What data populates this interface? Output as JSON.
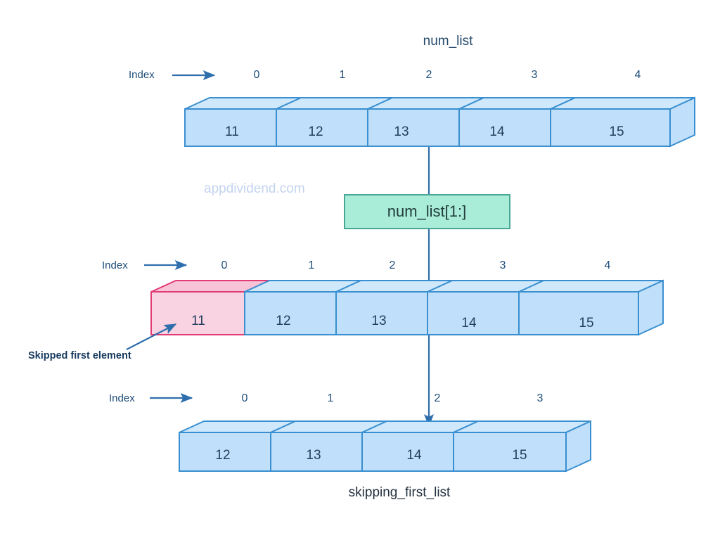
{
  "diagram": {
    "title": "num_list",
    "bottom_title": "skipping_first_list",
    "watermark": "appdividend.com",
    "operation_label": "num_list[1:]",
    "annotation": "Skipped first element",
    "index_label": "Index",
    "colors": {
      "cell_face": "#bfdffa",
      "cell_top": "#cfe8fb",
      "cell_side": "#bfdffa",
      "cell_stroke": "#3a8fd0",
      "highlight_face": "#f9d3e2",
      "highlight_top": "#f7c3d7",
      "highlight_stroke": "#e23a73",
      "op_fill": "#a9ecd8",
      "op_stroke": "#4aa795",
      "connector": "#2f6ead",
      "text": "#1f3b5c",
      "watermark": "#c3d4ee"
    },
    "arrays": [
      {
        "name": "num_list",
        "indices": [
          "0",
          "1",
          "2",
          "3",
          "4"
        ],
        "values": [
          "11",
          "12",
          "13",
          "14",
          "15"
        ],
        "highlight_index": -1
      },
      {
        "name": "num_list_sliced_source",
        "indices": [
          "0",
          "1",
          "2",
          "3",
          "4"
        ],
        "values": [
          "11",
          "12",
          "13",
          "14",
          "15"
        ],
        "highlight_index": 0
      },
      {
        "name": "skipping_first_list",
        "indices": [
          "0",
          "1",
          "2",
          "3"
        ],
        "values": [
          "12",
          "13",
          "14",
          "15"
        ],
        "highlight_index": -1
      }
    ]
  }
}
